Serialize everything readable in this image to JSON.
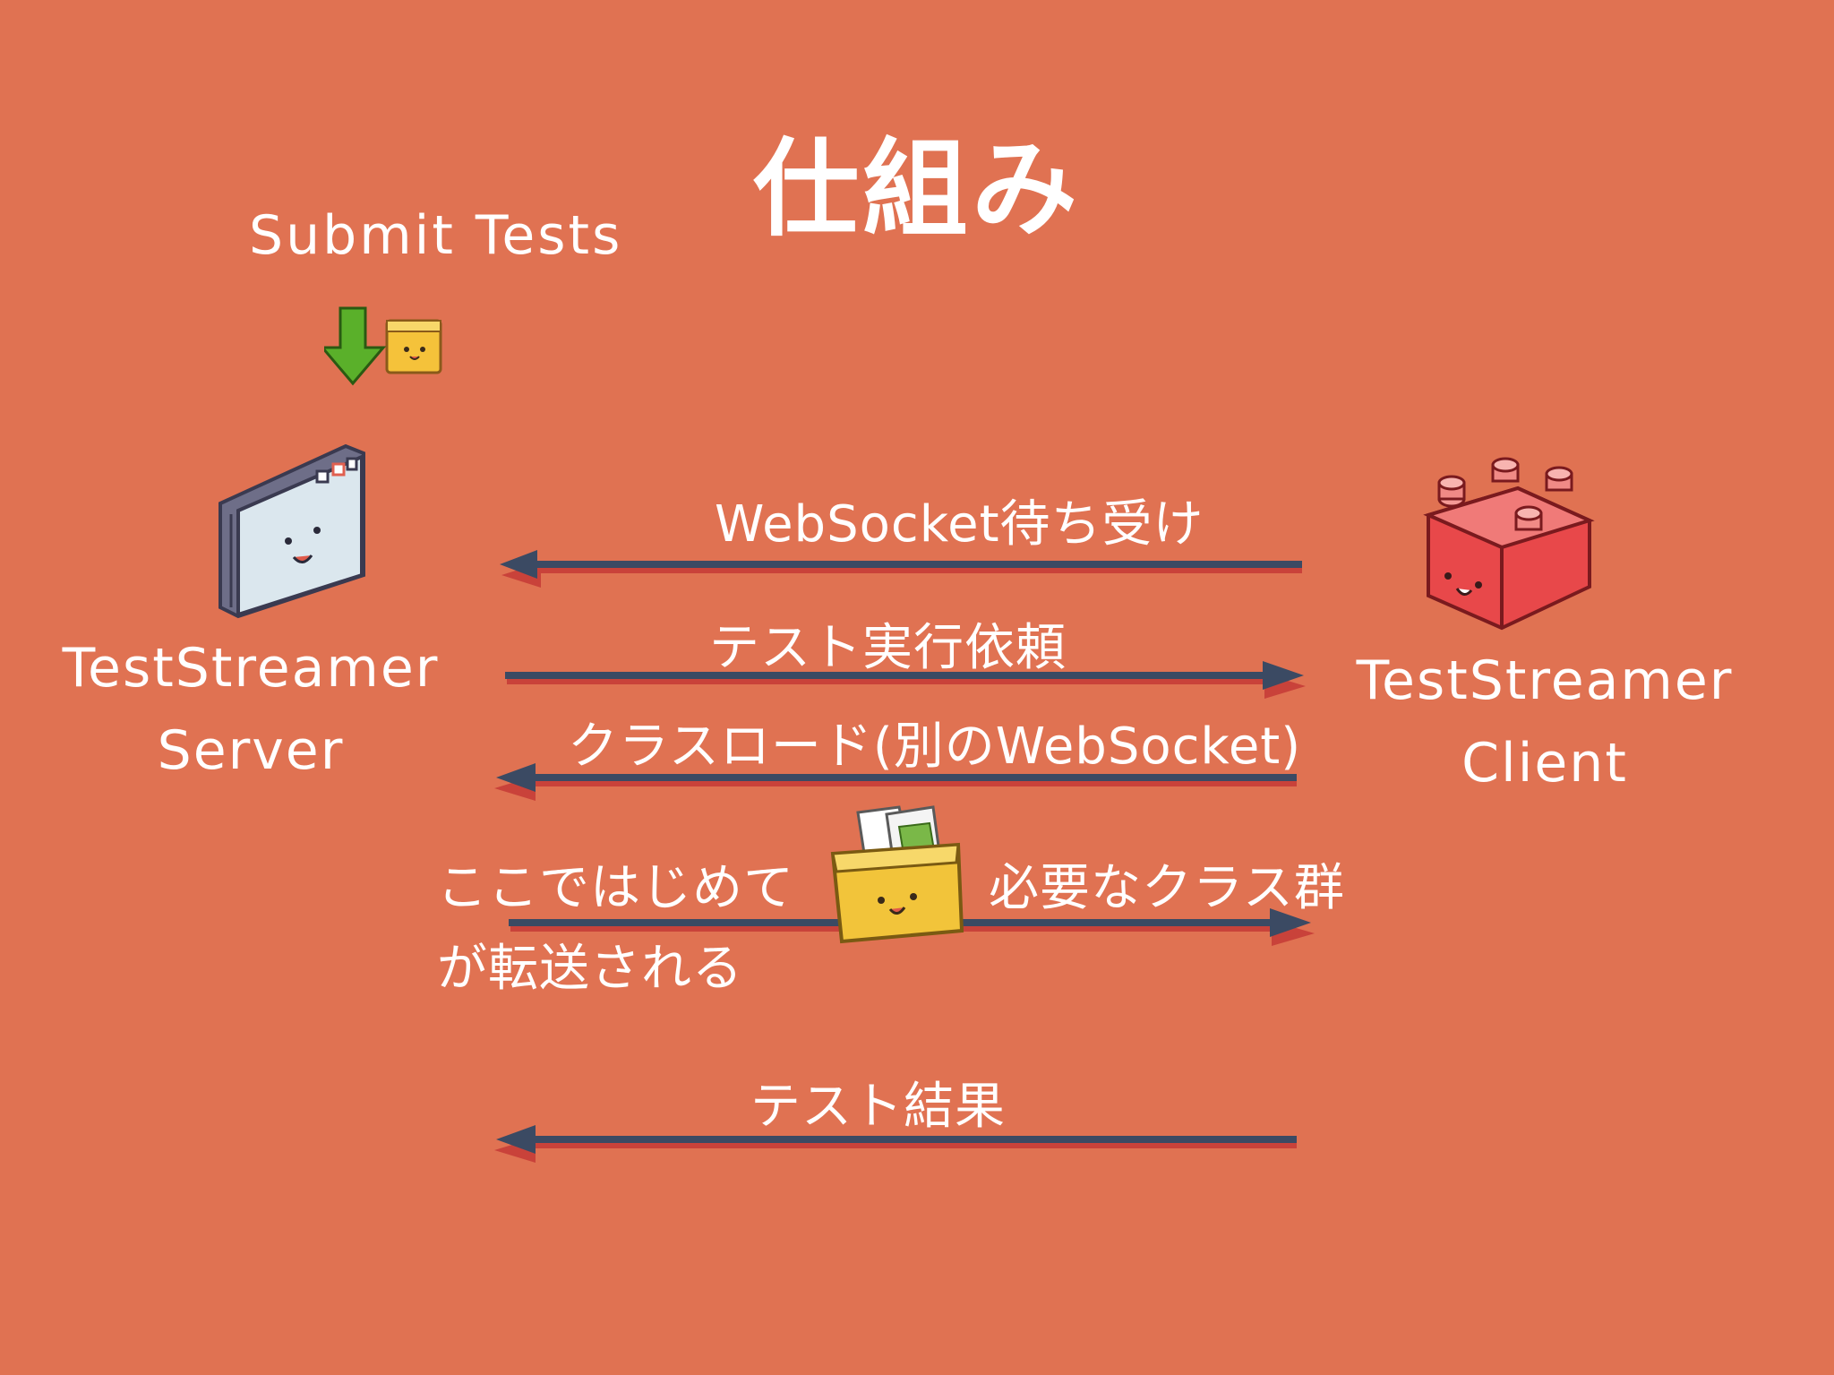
{
  "slide": {
    "title": "仕組み",
    "submit_label": "Submit Tests",
    "server": {
      "line1": "TestStreamer",
      "line2": "Server"
    },
    "client": {
      "line1": "TestStreamer",
      "line2": "Client"
    },
    "messages": {
      "m1": "WebSocket待ち受け",
      "m2": "テスト実行依頼",
      "m3": "クラスロード(別のWebSocket)",
      "m4a": "ここではじめて",
      "m4b": "必要なクラス群",
      "m4c": "が転送される",
      "m5": "テスト結果"
    }
  },
  "colors": {
    "background": "#e07252",
    "arrow": "#3b4a63",
    "arrow_shadow": "#c9423a",
    "text": "#ffffff"
  },
  "icons": {
    "submit": "down-arrow-with-document-icon",
    "server": "book-window-icon",
    "client": "red-block-icon",
    "payload": "folder-with-papers-icon"
  }
}
